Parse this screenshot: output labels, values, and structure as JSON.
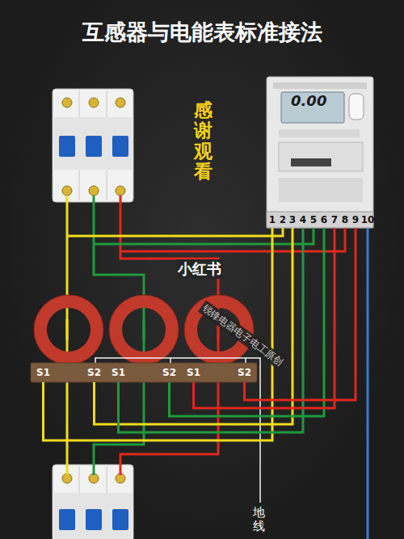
{
  "diagram": {
    "title": "互感器与电能表标准接法",
    "nodes": [
      {
        "text": [
          "0.00"
        ]
      },
      {
        "text": [
          "S1",
          "S2"
        ]
      },
      {
        "text": [
          "S1",
          "S2"
        ]
      },
      {
        "text": [
          "S1",
          "S2"
        ]
      }
    ],
    "edges": [
      {
        "from": 1,
        "to": 0,
        "arrow": "none"
      },
      {
        "from": 1,
        "to": 0,
        "arrow": "none"
      },
      {
        "from": 2,
        "to": 0,
        "arrow": "none"
      },
      {
        "from": 2,
        "to": 0,
        "arrow": "none"
      },
      {
        "from": 3,
        "to": 0,
        "arrow": "none"
      },
      {
        "from": 3,
        "to": 0,
        "arrow": "none"
      }
    ],
    "labels": [
      "感谢观看",
      "1",
      "2",
      "3",
      "4",
      "5",
      "6",
      "7",
      "8",
      "9",
      "10",
      "小红书",
      "锐锋电器电子电工原创",
      "地线"
    ]
  }
}
